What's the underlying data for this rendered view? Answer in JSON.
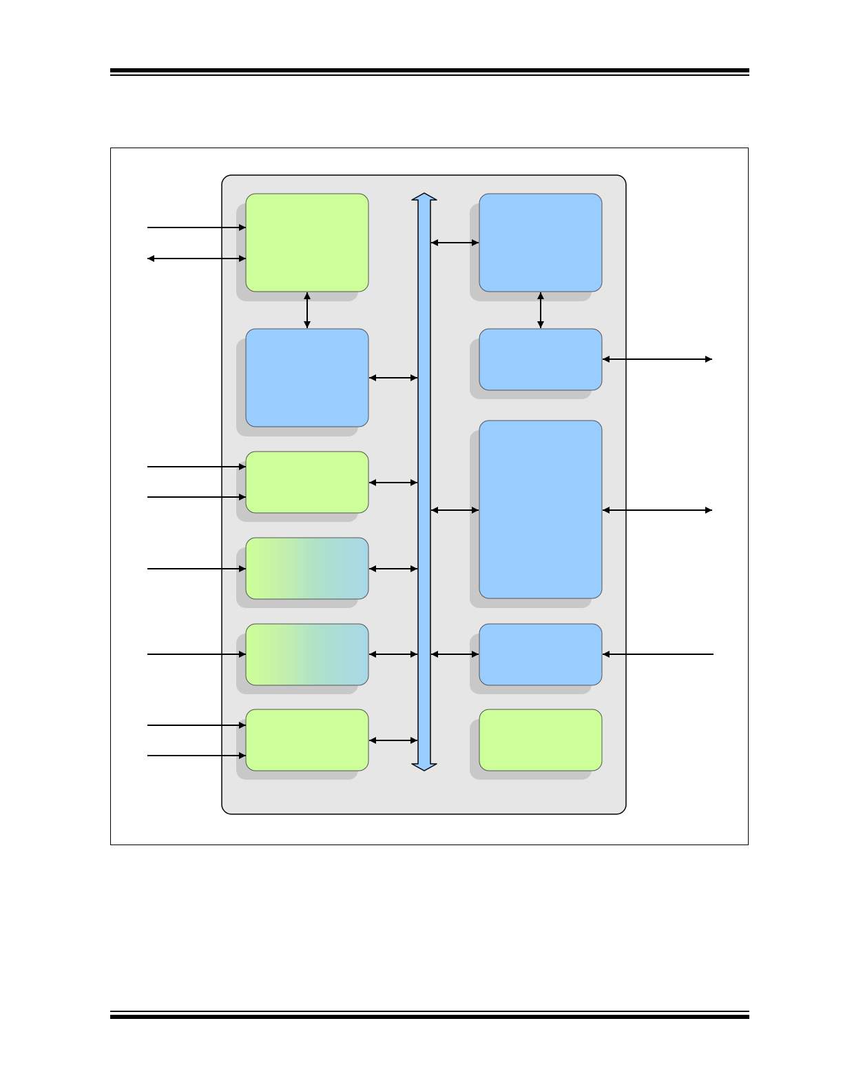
{
  "colors": {
    "chip_fill": "#e6e6e6",
    "block_green": "#ccff99",
    "block_blue": "#99ccff",
    "gradient_end": "#a8d8e8",
    "shadow": "#c8c8c8",
    "bus": "#99ccff"
  },
  "blocks": [
    {
      "id": "block-a",
      "fill": "green"
    },
    {
      "id": "block-b",
      "fill": "blue"
    },
    {
      "id": "block-c",
      "fill": "green"
    },
    {
      "id": "block-d",
      "fill": "gradient"
    },
    {
      "id": "block-e",
      "fill": "gradient"
    },
    {
      "id": "block-f",
      "fill": "green"
    },
    {
      "id": "block-g",
      "fill": "blue"
    },
    {
      "id": "block-h",
      "fill": "blue"
    },
    {
      "id": "block-i",
      "fill": "blue"
    },
    {
      "id": "block-j",
      "fill": "blue"
    },
    {
      "id": "block-k",
      "fill": "green"
    }
  ]
}
